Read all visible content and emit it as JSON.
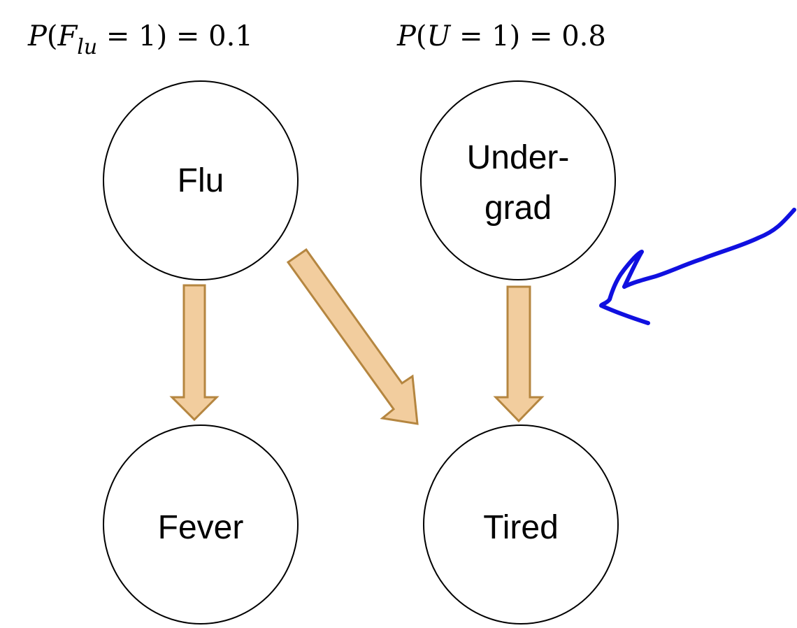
{
  "diagram": {
    "type": "bayesian-network",
    "priors": [
      {
        "var": "P",
        "open": "(",
        "base": "F",
        "sub": "lu",
        "rest": " = 1) = 0.1"
      },
      {
        "var": "P",
        "open": "(",
        "base": "U",
        "sub": "",
        "rest": " = 1) = 0.8"
      }
    ],
    "nodes": [
      {
        "id": "flu",
        "lines": [
          "Flu"
        ]
      },
      {
        "id": "undergrad",
        "lines": [
          "Under-",
          "grad"
        ]
      },
      {
        "id": "fever",
        "lines": [
          "Fever"
        ]
      },
      {
        "id": "tired",
        "lines": [
          "Tired"
        ]
      }
    ],
    "edges": [
      {
        "from": "Flu",
        "to": "Fever"
      },
      {
        "from": "Flu",
        "to": "Tired"
      },
      {
        "from": "Under-grad",
        "to": "Tired"
      }
    ],
    "colors": {
      "arrow_fill": "#f2cd9e",
      "arrow_stroke": "#b58640",
      "annotation": "#1010e0",
      "node_stroke": "#000000"
    },
    "annotation_icon": "hand-drawn-arrow-icon"
  }
}
